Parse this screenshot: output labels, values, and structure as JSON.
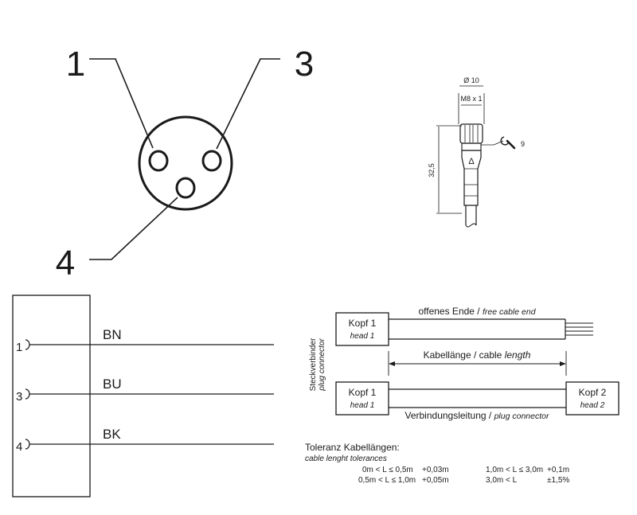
{
  "pinout": {
    "pin_numbers": [
      "1",
      "3",
      "4"
    ]
  },
  "dimensions": {
    "diameter": "Ø 10",
    "thread": "M8 x 1",
    "length": "32,5",
    "wrench_size": "9",
    "marker": "Δ"
  },
  "wiring": {
    "rows": [
      {
        "pin": "1",
        "color": "BN"
      },
      {
        "pin": "3",
        "color": "BU"
      },
      {
        "pin": "4",
        "color": "BK"
      }
    ]
  },
  "cable": {
    "head1_de": "Kopf 1",
    "head1_en": "head 1",
    "head2_de": "Kopf 2",
    "head2_en": "head 2",
    "free_end_de": "offenes Ende /",
    "free_end_en": "free cable end",
    "length_de": "Kabellänge / cable",
    "length_en": "length",
    "connector_line_de": "Verbindungsleitung /",
    "connector_line_en": "plug connector",
    "side_de": "Steckverbinder",
    "side_en": "plug connector"
  },
  "tolerances": {
    "title_de": "Toleranz Kabellängen:",
    "title_en": "cable lenght tolerances",
    "rows": [
      [
        "0m < L ≤ 0,5m",
        "+0,03m",
        "1,0m < L ≤ 3,0m",
        "+0,1m"
      ],
      [
        "0,5m < L ≤ 1,0m",
        "+0,05m",
        "3,0m < L",
        "±1,5%"
      ]
    ]
  }
}
